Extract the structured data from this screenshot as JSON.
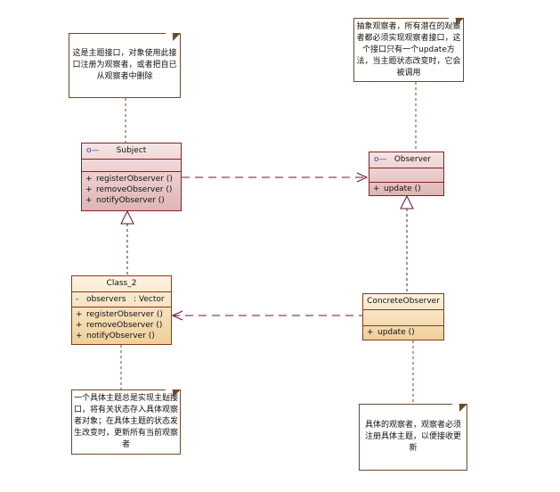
{
  "notes": {
    "subject_note": "这是主题接口，对象使用此接口注册为观察者，或者把自已从观察者中删除",
    "observer_note": "抽象观察者，所有潜在的观察者都必须实现观察者接口，这个接口只有一个update方法，当主题状态改变时，它会被调用",
    "class2_note": "一个具体主题总是实现主题接口，将有关状态存入具体观察者对象；在具体主题的状态发生改变时，更新所有当前观察者",
    "concrete_observer_note": "具体的观察者，观察者必须注册具体主题，以便接收更新"
  },
  "classes": {
    "subject": {
      "stereotype_icon": "interface-lollipop-icon",
      "stereotype_glyph": "o—",
      "name": "Subject",
      "operations": [
        {
          "vis": "+",
          "sig": "registerObserver ()"
        },
        {
          "vis": "+",
          "sig": "removeObserver ()"
        },
        {
          "vis": "+",
          "sig": "notifyObserver ()"
        }
      ]
    },
    "observer": {
      "stereotype_icon": "interface-lollipop-icon",
      "stereotype_glyph": "o—",
      "name": "Observer",
      "operations": [
        {
          "vis": "+",
          "sig": "update ()"
        }
      ]
    },
    "class2": {
      "name": "Class_2",
      "attributes": [
        {
          "vis": "-",
          "sig": "observers   : Vector"
        }
      ],
      "operations": [
        {
          "vis": "+",
          "sig": "registerObserver ()"
        },
        {
          "vis": "+",
          "sig": "removeObserver ()"
        },
        {
          "vis": "+",
          "sig": "notifyObserver ()"
        }
      ]
    },
    "concrete_observer": {
      "name": "ConcreteObserver",
      "operations": [
        {
          "vis": "+",
          "sig": "update ()"
        }
      ]
    }
  },
  "colors": {
    "connector": "#6a1040",
    "note_link": "#6b4a2a",
    "interface_border": "#8a2020",
    "concrete_border": "#8a3a1a"
  }
}
